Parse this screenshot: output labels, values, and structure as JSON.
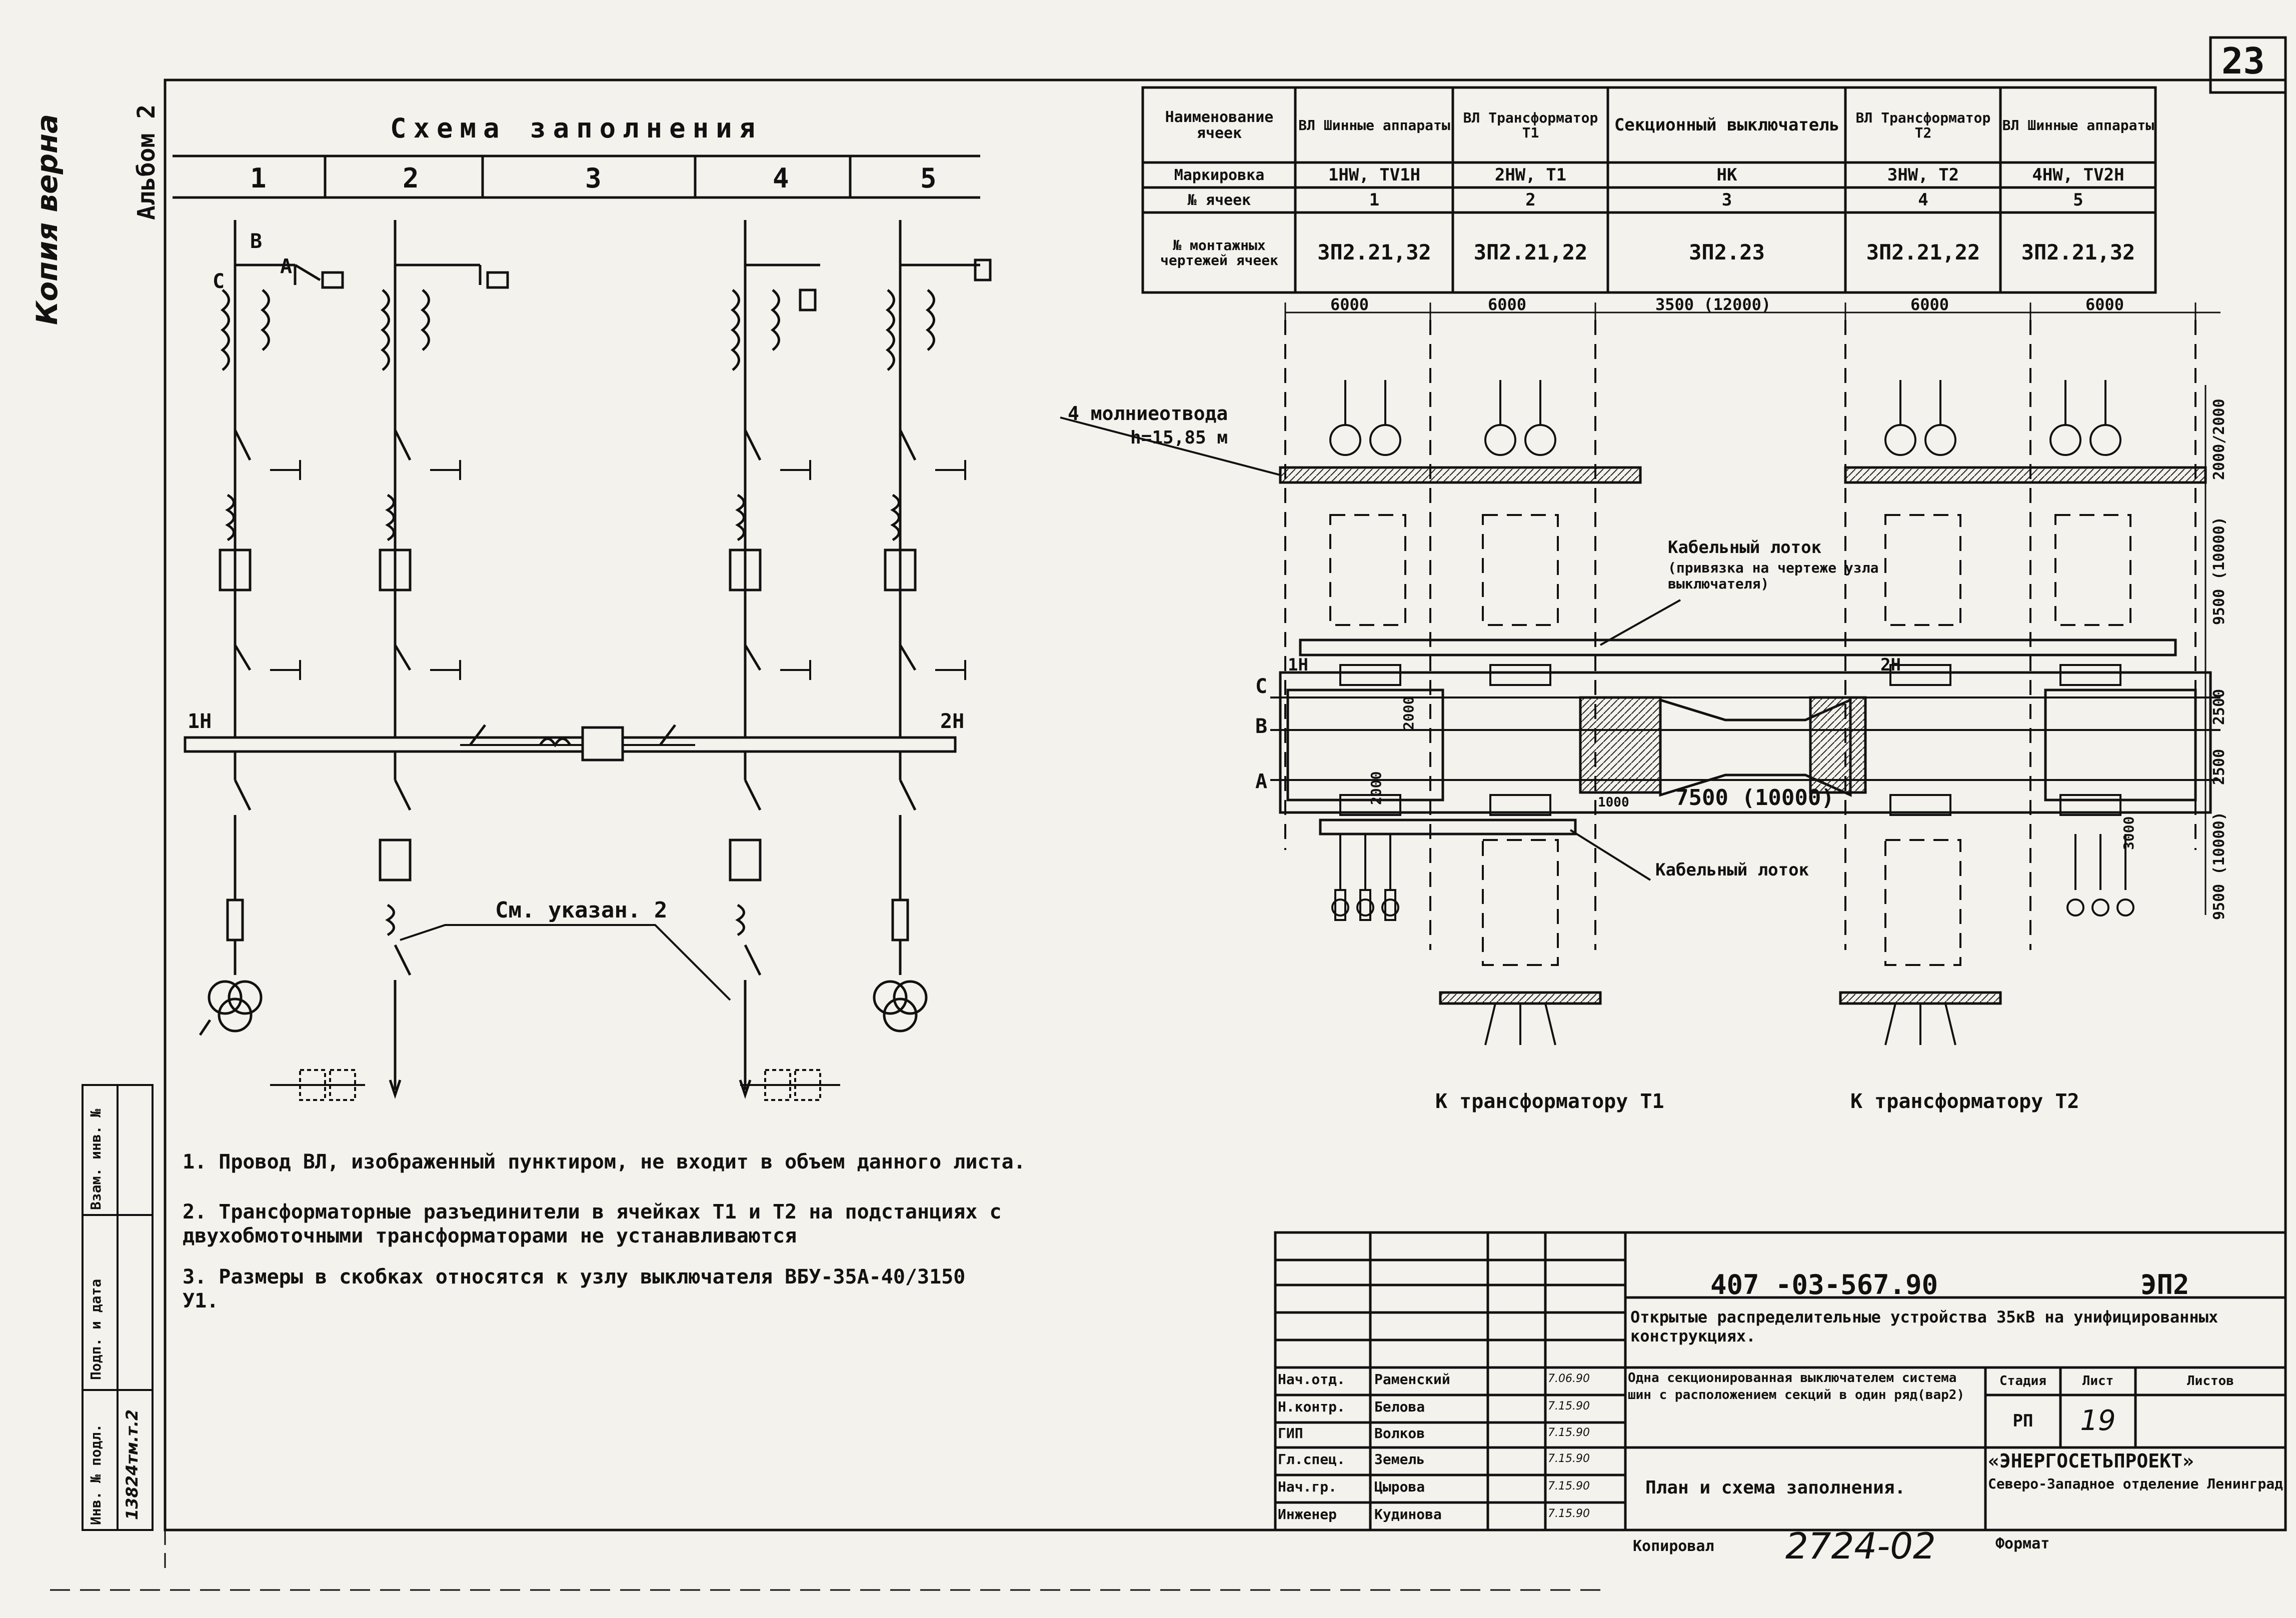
{
  "page_number": "23",
  "stamps": {
    "kopiya_verna": "Копия верна",
    "albom": "Альбом 2"
  },
  "scheme_title": "Схема заполнения",
  "scheme_columns": [
    "1",
    "2",
    "3",
    "4",
    "5"
  ],
  "cell_table": {
    "row_headers": [
      "Наименование ячеек",
      "Маркировка",
      "№ ячеек",
      "№ монтажных чертежей ячеек"
    ],
    "columns": [
      {
        "name": "ВЛ Шинные аппараты",
        "mark": "1HW, TV1H",
        "num": "1",
        "drawings": "3П2.21,32"
      },
      {
        "name": "ВЛ Трансформатор Т1",
        "mark": "2HW, T1",
        "num": "2",
        "drawings": "3П2.21,22"
      },
      {
        "name": "Секционный выключатель",
        "mark": "HK",
        "num": "3",
        "drawings": "3П2.23"
      },
      {
        "name": "ВЛ Трансформатор Т2",
        "mark": "3HW, T2",
        "num": "4",
        "drawings": "3П2.21,22"
      },
      {
        "name": "ВЛ Шинные аппараты",
        "mark": "4HW, TV2H",
        "num": "5",
        "drawings": "3П2.21,32"
      }
    ]
  },
  "dimensions": {
    "top": [
      "6000",
      "6000",
      "3500 (12000)",
      "6000",
      "6000"
    ],
    "right": [
      "2000/2000",
      "9500 (10000)",
      "2500",
      "2500",
      "9500 (10000)"
    ],
    "inner": [
      "2000",
      "2000",
      "7500 (10000)",
      "1000",
      "3000"
    ],
    "lightning_rod": "4 молниеотвода",
    "lightning_height": "h=15,85 м"
  },
  "plan_labels": {
    "cable_tray_1": "Кабельный лоток",
    "cable_tray_note": "(привязка на чертеже узла выключателя)",
    "cable_tray_2": "Кабельный лоток",
    "bus_1n": "1Н",
    "bus_2n": "2Н",
    "phases": [
      "С",
      "В",
      "А"
    ],
    "to_t1": "К трансформатору Т1",
    "to_t2": "К трансформатору Т2"
  },
  "schematic_labels": {
    "phases": [
      "С",
      "В",
      "А"
    ],
    "bus_1n": "1Н",
    "bus_2n": "2Н",
    "note_ref": "См. указан. 2"
  },
  "notes": [
    "1. Провод ВЛ, изображенный пунктиром, не входит в объем данного листа.",
    "2. Трансформаторные разъединители в ячейках Т1 и Т2 на подстанциях с двухобмоточными трансформаторами не устанавливаются",
    "3. Размеры в скобках относятся к узлу выключателя ВБУ-35А-40/3150 У1."
  ],
  "title_block": {
    "doc_code": "407 -03-567.90",
    "sheet_code": "ЭП2",
    "title": "Открытые распределительные устройства 35кВ на унифицированных конструкциях.",
    "scheme_desc": "Одна секционированная выключателем система шин с расположением секций в один ряд(вар2)",
    "sheet_name": "План и схема заполнения.",
    "stage_label": "Стадия",
    "sheet_label": "Лист",
    "sheets_label": "Листов",
    "stage": "РП",
    "sheet": "19",
    "org": "«ЭНЕРГОСЕТЬПРОЕКТ»",
    "org_branch": "Северо-Западное отделение Ленинград",
    "staff": [
      {
        "role": "Нач.отд.",
        "name": "Раменский",
        "date": "7.06.90"
      },
      {
        "role": "Н.контр.",
        "name": "Белова",
        "date": "7.15.90"
      },
      {
        "role": "ГИП",
        "name": "Волков",
        "date": "7.15.90"
      },
      {
        "role": "Гл.спец.",
        "name": "Земель",
        "date": "7.15.90"
      },
      {
        "role": "Нач.гр.",
        "name": "Цырова",
        "date": "7.15.90"
      },
      {
        "role": "Инженер",
        "name": "Кудинова",
        "date": "7.15.90"
      }
    ],
    "copied_label": "Копировал",
    "copy_number": "2724-02",
    "format_label": "Формат"
  },
  "side_stamp": {
    "inv_podl": "Инв. № подл.",
    "podp_data": "Подп. и дата",
    "vzam_inv": "Взам. инв. №",
    "inv_value": "13824тм.т.2"
  }
}
